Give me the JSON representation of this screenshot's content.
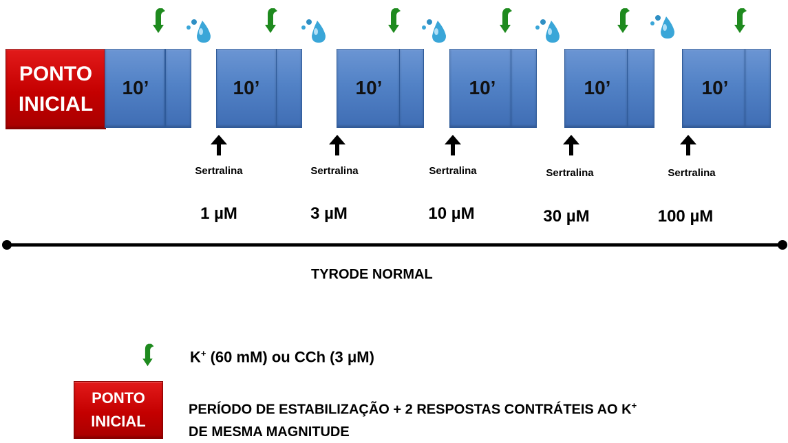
{
  "start_block": {
    "line1": "PONTO",
    "line2": "INICIAL"
  },
  "periods": [
    {
      "label": "10’"
    },
    {
      "label": "10’"
    },
    {
      "label": "10’"
    },
    {
      "label": "10’"
    },
    {
      "label": "10’"
    },
    {
      "label": "10’"
    }
  ],
  "additions": [
    {
      "drug": "Sertralina",
      "conc": "1 µM"
    },
    {
      "drug": "Sertralina",
      "conc": "3 µM"
    },
    {
      "drug": "Sertralina",
      "conc": "10 µM"
    },
    {
      "drug": "Sertralina",
      "conc": "30 µM"
    },
    {
      "drug": "Sertralina",
      "conc": "100 µM"
    }
  ],
  "timeline": {
    "label": "TYRODE NORMAL"
  },
  "legend": {
    "stimulus_main": "K",
    "stimulus_sup": "+",
    "stimulus_rest": " (60 mM) ou CCh (3 μM)",
    "start_line1": "PONTO",
    "start_line2": "INICIAL",
    "start_desc_line1": "PERÍODO DE ESTABILIZAÇÃO + 2 RESPOSTAS CONTRÁTEIS AO K",
    "start_desc_sup": "+",
    "start_desc_line2": "DE MESMA MAGNITUDE"
  },
  "colors": {
    "start_red": "#c40000",
    "period_blue": "#5282c6",
    "stimulus_green": "#1e8a1e",
    "washout_blue": "#3aa6d8"
  },
  "icons": {
    "stimulus": "curved-green-arrow-icon",
    "washout": "water-drops-icon",
    "addition": "up-arrow-icon"
  }
}
